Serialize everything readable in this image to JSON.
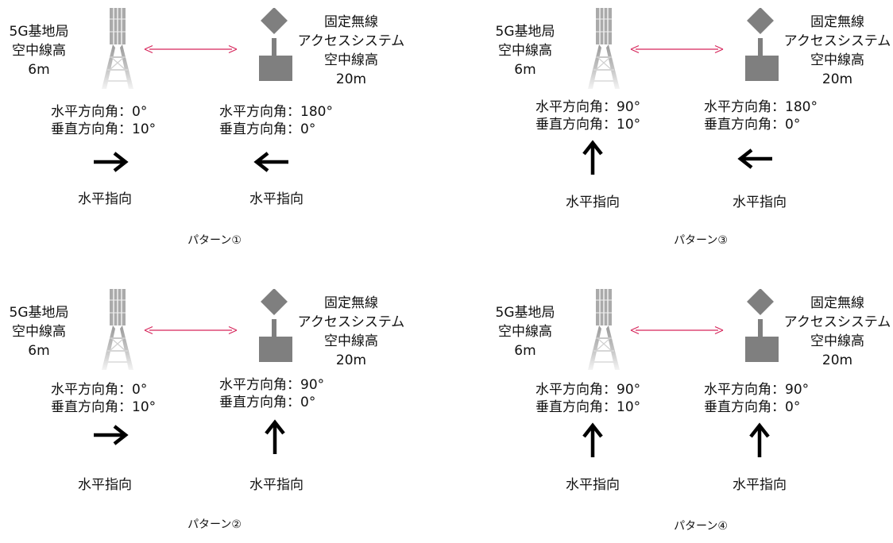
{
  "colors": {
    "link": "#d6245a",
    "device": "#7f7f7f",
    "tower": "#c8c8c8",
    "arrow": "#000000"
  },
  "icons": {
    "tower": "5g-tower-icon",
    "device": "fixed-wireless-device-icon",
    "link": "double-arrow-link-icon",
    "direction": "direction-arrow-icon"
  },
  "panels": [
    {
      "base_station": {
        "lines": [
          "5G基地局",
          "空中線高",
          "6m"
        ],
        "horizontal_angle": "水平方向角：0°",
        "vertical_angle": "垂直方向角：10°",
        "direction": "right",
        "direction_label": "水平指向"
      },
      "fixed_wireless": {
        "lines": [
          "固定無線",
          "アクセスシステム",
          "空中線高",
          "20m"
        ],
        "horizontal_angle": "水平方向角：180°",
        "vertical_angle": "垂直方向角：0°",
        "direction": "left",
        "direction_label": "水平指向"
      },
      "pattern_label": "パターン①"
    },
    {
      "base_station": {
        "lines": [
          "5G基地局",
          "空中線高",
          "6m"
        ],
        "horizontal_angle": "水平方向角：0°",
        "vertical_angle": "垂直方向角：10°",
        "direction": "right",
        "direction_label": "水平指向"
      },
      "fixed_wireless": {
        "lines": [
          "固定無線",
          "アクセスシステム",
          "空中線高",
          "20m"
        ],
        "horizontal_angle": "水平方向角：90°",
        "vertical_angle": "垂直方向角：0°",
        "direction": "up",
        "direction_label": "水平指向"
      },
      "pattern_label": "パターン②"
    },
    {
      "base_station": {
        "lines": [
          "5G基地局",
          "空中線高",
          "6m"
        ],
        "horizontal_angle": "水平方向角：90°",
        "vertical_angle": "垂直方向角：10°",
        "direction": "up",
        "direction_label": "水平指向"
      },
      "fixed_wireless": {
        "lines": [
          "固定無線",
          "アクセスシステム",
          "空中線高",
          "20m"
        ],
        "horizontal_angle": "水平方向角：180°",
        "vertical_angle": "垂直方向角：0°",
        "direction": "left",
        "direction_label": "水平指向"
      },
      "pattern_label": "パターン③"
    },
    {
      "base_station": {
        "lines": [
          "5G基地局",
          "空中線高",
          "6m"
        ],
        "horizontal_angle": "水平方向角：90°",
        "vertical_angle": "垂直方向角：10°",
        "direction": "up",
        "direction_label": "水平指向"
      },
      "fixed_wireless": {
        "lines": [
          "固定無線",
          "アクセスシステム",
          "空中線高",
          "20m"
        ],
        "horizontal_angle": "水平方向角：90°",
        "vertical_angle": "垂直方向角：0°",
        "direction": "up",
        "direction_label": "水平指向"
      },
      "pattern_label": "パターン④"
    }
  ]
}
